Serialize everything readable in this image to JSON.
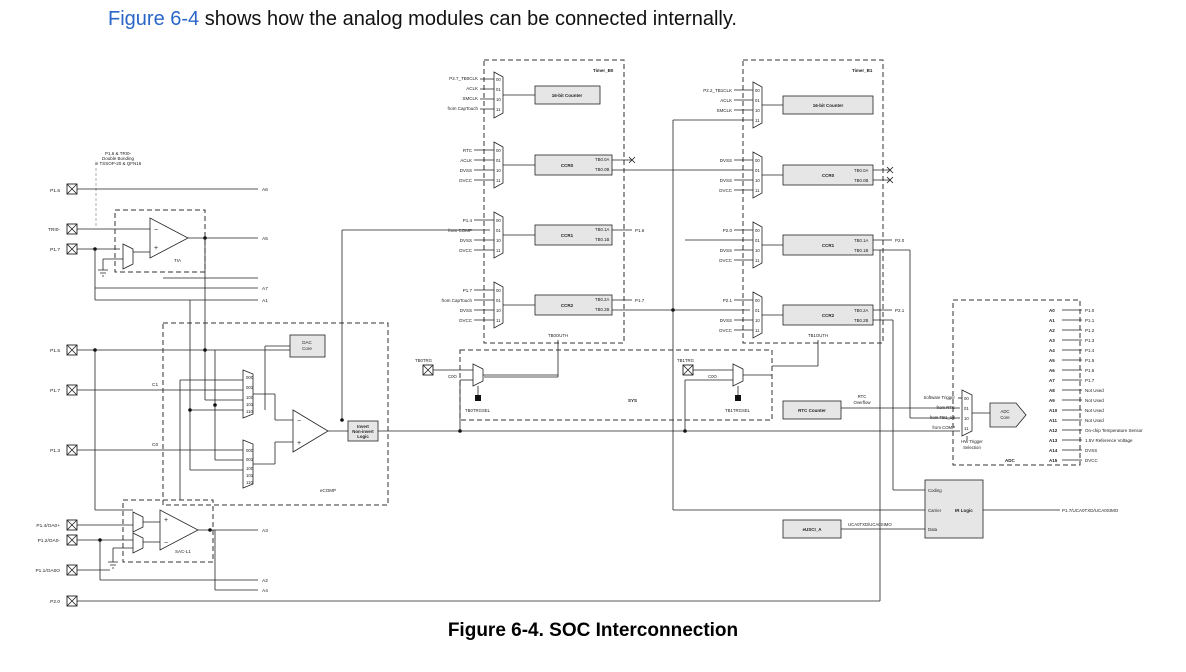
{
  "intro": {
    "link": "Figure 6-4",
    "text": " shows how the analog modules can be connected internally."
  },
  "caption": "Figure 6-4. SOC Interconnection",
  "note": [
    "P1.6 & TRI0-",
    "Double Bonding",
    "in TSSOP-20 & QFN16"
  ],
  "pins": {
    "p16": "P1.6",
    "tri0": "TRI0-",
    "p17a": "P1.7",
    "p15": "P1.5",
    "p17b": "P1.7",
    "p13": "P1.3",
    "p14": "P1.4/OA0+",
    "p12": "P1.2/OA0-",
    "p11": "P1.1/OA0O",
    "p20": "P2.0"
  },
  "analog": {
    "a6": "A6",
    "a5": "A5",
    "a7a": "A7",
    "a7b": "A7",
    "a1": "A1",
    "a3": "A3",
    "a2": "A2",
    "a4": "A4"
  },
  "tia": "TIA",
  "sac": "SAC-L1",
  "ecomp": {
    "name": "eCOMP",
    "dac": [
      "DAC",
      "Core"
    ],
    "invert": [
      "Invert",
      "Non-invert",
      "Logic"
    ],
    "c1": "C1",
    "c0": "C0"
  },
  "mux_codes": [
    "000",
    "001",
    "100",
    "101",
    "110"
  ],
  "sel": [
    "00",
    "01",
    "10",
    "11"
  ],
  "timer_b0": {
    "name": "Timer_B0",
    "counter": "16-bit Counter",
    "clk_in": [
      "P2.7_TB0CLK",
      "ACLK",
      "SMCLK",
      "from CapTouch"
    ],
    "ccr0": "CCR0",
    "ccr0_in": [
      "RTC",
      "ACLK",
      "DVSS",
      "DVCC"
    ],
    "ccr0_out": [
      "TB0.0A",
      "TB0.0B"
    ],
    "ccr1": "CCR1",
    "ccr1_in": [
      "P1.4",
      "from COMP",
      "DVSS",
      "DVCC"
    ],
    "ccr1_out": [
      "TB0.1A",
      "TB0.1B"
    ],
    "ccr1_pin": "P1.6",
    "ccr2": "CCR2",
    "ccr2_in": [
      "P1.7",
      "from CapTouch",
      "DVSS",
      "DVCC"
    ],
    "ccr2_out": [
      "TB0.2A",
      "TB0.2B"
    ],
    "ccr2_pin": "P1.7",
    "outh": "TB0OUTH"
  },
  "timer_b1": {
    "name": "Timer_B1",
    "counter": "16-bit Counter",
    "clk_in": [
      "P2.2_TB1CLK",
      "ACLK",
      "SMCLK"
    ],
    "ccr0": "CCR0",
    "ccr0_in": [
      "DVSS",
      "DVSS",
      "DVSS",
      "DVCC"
    ],
    "ccr0_out": [
      "TB0.0A",
      "TB0.0B"
    ],
    "ccr1": "CCR1",
    "ccr1_in": [
      "P2.0",
      "DVSS",
      "DVSS",
      "DVCC"
    ],
    "ccr1_out": [
      "TB0.1A",
      "TB0.1B"
    ],
    "ccr1_pin": "P2.0",
    "ccr2": "CCR2",
    "ccr2_in": [
      "P2.1",
      "DVSS",
      "DVSS",
      "DVCC"
    ],
    "ccr2_out": [
      "TB0.2A",
      "TB0.2B"
    ],
    "ccr2_pin": "P2.1",
    "outh": "TB1OUTH"
  },
  "sys": {
    "name": "SYS",
    "tb0trg": "TB0TRG",
    "tb1trg": "TB1TRG",
    "tb0sel": "TB0TRGSEL",
    "tb1sel": "TB1TRGSEL",
    "c0a": "C0O",
    "c0b": "C0O"
  },
  "rtc": {
    "name": "RTC Counter",
    "overflow": [
      "RTC",
      "Overflow"
    ]
  },
  "adc": {
    "name": "ADC",
    "core": [
      "ADC",
      "Core"
    ],
    "trig": [
      "Software Trigger",
      "from RTC",
      "from TB1_1B",
      "from COMP"
    ],
    "trig_sel": [
      "HW Trigger",
      "Selection"
    ],
    "channels": [
      {
        "ch": "A0",
        "src": "P1.0"
      },
      {
        "ch": "A1",
        "src": "P1.1"
      },
      {
        "ch": "A2",
        "src": "P1.2"
      },
      {
        "ch": "A3",
        "src": "P1.3"
      },
      {
        "ch": "A4",
        "src": "P1.4"
      },
      {
        "ch": "A5",
        "src": "P1.5"
      },
      {
        "ch": "A6",
        "src": "P1.6"
      },
      {
        "ch": "A7",
        "src": "P1.7"
      },
      {
        "ch": "A8",
        "src": "Not Used"
      },
      {
        "ch": "A9",
        "src": "Not Used"
      },
      {
        "ch": "A10",
        "src": "Not Used"
      },
      {
        "ch": "A11",
        "src": "Not Used"
      },
      {
        "ch": "A12",
        "src": "On-chip Temperature Sensor"
      },
      {
        "ch": "A13",
        "src": "1.5V Reference Voltage"
      },
      {
        "ch": "A14",
        "src": "DVSS"
      },
      {
        "ch": "A15",
        "src": "DVCC"
      }
    ]
  },
  "ir": {
    "name": "IR Logic",
    "coding": "Coding",
    "carrier": "Carrier",
    "data": "Data",
    "out": "P1.7/UCA0TXD/UCA0SIMO"
  },
  "eusci": {
    "name": "eUSCI_A",
    "signal": "UCA0TXD/UCA0SIMO"
  }
}
